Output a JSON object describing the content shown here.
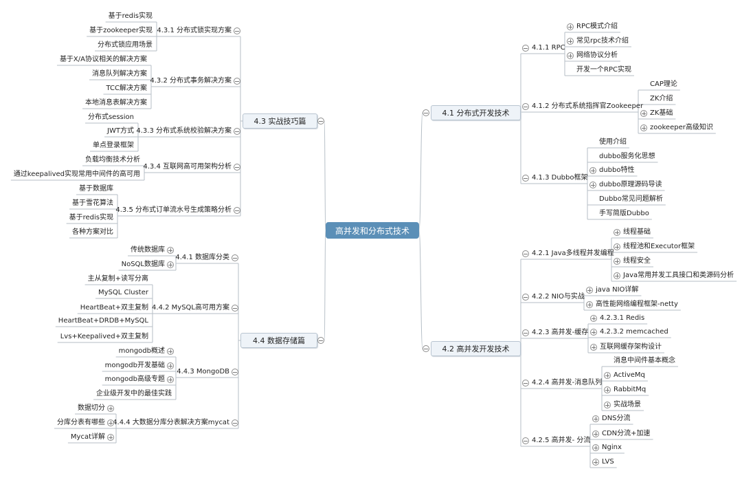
{
  "root": {
    "label": "高并发和分布式技术"
  },
  "branches": [
    {
      "label": "4.1 分布式开发技术",
      "state": "expanded",
      "subs": [
        {
          "label": "4.1.1 RPC",
          "state": "expanded",
          "children": [
            {
              "label": "RPC模式介绍",
              "state": "collapsed"
            },
            {
              "label": "常见rpc技术介绍",
              "state": "collapsed"
            },
            {
              "label": "网络协议分析",
              "state": "collapsed"
            },
            {
              "label": "开发一个RPC实现",
              "state": null
            }
          ]
        },
        {
          "label": "4.1.2 分布式系统指挥官Zookeeper",
          "state": "expanded",
          "children": [
            {
              "label": "CAP理论",
              "state": null
            },
            {
              "label": "ZK介绍",
              "state": null
            },
            {
              "label": "ZK基础",
              "state": "collapsed"
            },
            {
              "label": "zookeeper高级知识",
              "state": "collapsed"
            }
          ]
        },
        {
          "label": "4.1.3 Dubbo框架",
          "state": "expanded",
          "children": [
            {
              "label": "使用介绍",
              "state": null
            },
            {
              "label": "dubbo服务化思想",
              "state": null
            },
            {
              "label": "dubbo特性",
              "state": "collapsed"
            },
            {
              "label": "dubbo原理源码导读",
              "state": "collapsed"
            },
            {
              "label": "Dubbo常见问题解析",
              "state": null
            },
            {
              "label": "手写简版Dubbo",
              "state": null
            }
          ]
        }
      ]
    },
    {
      "label": "4.2 高并发开发技术",
      "state": "expanded",
      "subs": [
        {
          "label": "4.2.1 Java多线程并发编程",
          "state": "expanded",
          "children": [
            {
              "label": "线程基础",
              "state": "collapsed"
            },
            {
              "label": "线程池和Executor框架",
              "state": "collapsed"
            },
            {
              "label": "线程安全",
              "state": "collapsed"
            },
            {
              "label": "Java常用并发工具接口和类源码分析",
              "state": "collapsed"
            }
          ]
        },
        {
          "label": "4.2.2 NIO与实战",
          "state": "expanded",
          "children": [
            {
              "label": "java NIO详解",
              "state": "collapsed"
            },
            {
              "label": "高性能网络编程框架-netty",
              "state": "collapsed"
            }
          ]
        },
        {
          "label": "4.2.3 高并发-缓存",
          "state": "expanded",
          "children": [
            {
              "label": "4.2.3.1 Redis",
              "state": "collapsed"
            },
            {
              "label": "4.2.3.2 memcached",
              "state": "collapsed"
            },
            {
              "label": "互联网缓存架构设计",
              "state": "collapsed"
            }
          ]
        },
        {
          "label": "4.2.4 高并发-消息队列",
          "state": "expanded",
          "children": [
            {
              "label": "消息中间件基本概念",
              "state": null
            },
            {
              "label": "ActiveMq",
              "state": "collapsed"
            },
            {
              "label": "RabbitMq",
              "state": "collapsed"
            },
            {
              "label": "实战场景",
              "state": "collapsed"
            }
          ]
        },
        {
          "label": "4.2.5 高并发- 分流",
          "state": "expanded",
          "children": [
            {
              "label": "DNS分流",
              "state": "collapsed"
            },
            {
              "label": "CDN分流+加速",
              "state": "collapsed"
            },
            {
              "label": "Nginx",
              "state": "collapsed"
            },
            {
              "label": "LVS",
              "state": "collapsed"
            }
          ]
        }
      ]
    },
    {
      "label": "4.3 实战技巧篇",
      "state": "expanded",
      "subs": [
        {
          "label": "4.3.1 分布式锁实现方案",
          "state": "expanded",
          "children": [
            {
              "label": "基于redis实现",
              "state": null
            },
            {
              "label": "基于zookeeper实现",
              "state": null
            },
            {
              "label": "分布式锁应用场景",
              "state": null
            }
          ]
        },
        {
          "label": "4.3.2 分布式事务解决方案",
          "state": "expanded",
          "children": [
            {
              "label": "基于X/A协议相关的解决方案",
              "state": null
            },
            {
              "label": "消息队列解决方案",
              "state": null
            },
            {
              "label": "TCC解决方案",
              "state": null
            },
            {
              "label": "本地消息表解决方案",
              "state": null
            }
          ]
        },
        {
          "label": "4.3.3 分布式系统校验解决方案",
          "state": "expanded",
          "children": [
            {
              "label": "分布式session",
              "state": null
            },
            {
              "label": "JWT方式",
              "state": null
            },
            {
              "label": "单点登录框架",
              "state": null
            }
          ]
        },
        {
          "label": "4.3.4 互联网高可用架构分析",
          "state": "expanded",
          "children": [
            {
              "label": "负载均衡技术分析",
              "state": null
            },
            {
              "label": "通过keepalived实现常用中间件的高可用",
              "state": null
            }
          ]
        },
        {
          "label": "4.3.5 分布式订单流水号生成策略分析",
          "state": "expanded",
          "children": [
            {
              "label": "基于数据库",
              "state": null
            },
            {
              "label": "基于雪花算法",
              "state": null
            },
            {
              "label": "基于redis实现",
              "state": null
            },
            {
              "label": "各种方案对比",
              "state": null
            }
          ]
        }
      ]
    },
    {
      "label": "4.4 数据存储篇",
      "state": "expanded",
      "subs": [
        {
          "label": "4.4.1 数据库分类",
          "state": "expanded",
          "children": [
            {
              "label": "传统数据库",
              "state": "collapsed"
            },
            {
              "label": "NoSQL数据库",
              "state": "collapsed"
            }
          ]
        },
        {
          "label": "4.4.2 MySQL高可用方案",
          "state": "expanded",
          "children": [
            {
              "label": "主从复制+读写分离",
              "state": null
            },
            {
              "label": "MySQL Cluster",
              "state": null
            },
            {
              "label": "HeartBeat+双主复制",
              "state": null
            },
            {
              "label": "HeartBeat+DRDB+MySQL",
              "state": null
            },
            {
              "label": "Lvs+Keepalived+双主复制",
              "state": null
            }
          ]
        },
        {
          "label": "4.4.3 MongoDB",
          "state": "expanded",
          "children": [
            {
              "label": "mongodb概述",
              "state": "collapsed"
            },
            {
              "label": "mongodb开发基础",
              "state": "collapsed"
            },
            {
              "label": "mongodb高级专题",
              "state": "collapsed"
            },
            {
              "label": "企业级开发中的最佳实践",
              "state": null
            }
          ]
        },
        {
          "label": "4.4.4 大数据分库分表解决方案mycat",
          "state": "expanded",
          "children": [
            {
              "label": "数据切分",
              "state": "collapsed"
            },
            {
              "label": "分库分表有哪些",
              "state": "collapsed"
            },
            {
              "label": "Mycat详解",
              "state": "collapsed"
            }
          ]
        }
      ]
    }
  ]
}
